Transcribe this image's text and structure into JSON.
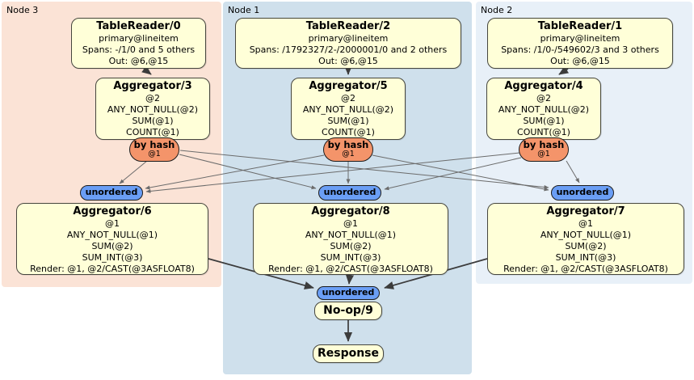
{
  "regions": [
    {
      "label": "Node 3"
    },
    {
      "label": "Node 1"
    },
    {
      "label": "Node 2"
    }
  ],
  "processors": {
    "tablereader0": {
      "title": "TableReader/0",
      "lines": [
        "primary@lineitem",
        "Spans: -/1/0 and 5 others",
        "Out: @6,@15"
      ]
    },
    "tablereader2": {
      "title": "TableReader/2",
      "lines": [
        "primary@lineitem",
        "Spans: /1792327/2-/2000001/0 and 2 others",
        "Out: @6,@15"
      ]
    },
    "tablereader1": {
      "title": "TableReader/1",
      "lines": [
        "primary@lineitem",
        "Spans: /1/0-/549602/3 and 3 others",
        "Out: @6,@15"
      ]
    },
    "aggregator3": {
      "title": "Aggregator/3",
      "lines": [
        "@2",
        "ANY_NOT_NULL(@2)",
        "SUM(@1)",
        "COUNT(@1)"
      ]
    },
    "aggregator5": {
      "title": "Aggregator/5",
      "lines": [
        "@2",
        "ANY_NOT_NULL(@2)",
        "SUM(@1)",
        "COUNT(@1)"
      ]
    },
    "aggregator4": {
      "title": "Aggregator/4",
      "lines": [
        "@2",
        "ANY_NOT_NULL(@2)",
        "SUM(@1)",
        "COUNT(@1)"
      ]
    },
    "aggregator6": {
      "title": "Aggregator/6",
      "lines": [
        "@1",
        "ANY_NOT_NULL(@1)",
        "SUM(@2)",
        "SUM_INT(@3)",
        "Render: @1, @2/CAST(@3ASFLOAT8)"
      ]
    },
    "aggregator8": {
      "title": "Aggregator/8",
      "lines": [
        "@1",
        "ANY_NOT_NULL(@1)",
        "SUM(@2)",
        "SUM_INT(@3)",
        "Render: @1, @2/CAST(@3ASFLOAT8)"
      ]
    },
    "aggregator7": {
      "title": "Aggregator/7",
      "lines": [
        "@1",
        "ANY_NOT_NULL(@1)",
        "SUM(@2)",
        "SUM_INT(@3)",
        "Render: @1, @2/CAST(@3ASFLOAT8)"
      ]
    },
    "noop9": {
      "title": "No-op/9"
    },
    "response": {
      "title": "Response"
    }
  },
  "routers": {
    "by_hash": {
      "label": "by hash",
      "key": "@1"
    },
    "unordered": {
      "label": "unordered"
    }
  },
  "colors": {
    "node3_bg": "#fbe3d6",
    "node1_bg": "#cfe0ec",
    "node2_bg": "#e8f0f8",
    "processor_fill": "#ffffd8",
    "processor_border": "#46463e",
    "router_hash_fill": "#f4946a",
    "router_unordered_fill": "#6a9ef5",
    "edge_thick": "#3c3c3c",
    "edge_thin": "#6b6b6b"
  }
}
